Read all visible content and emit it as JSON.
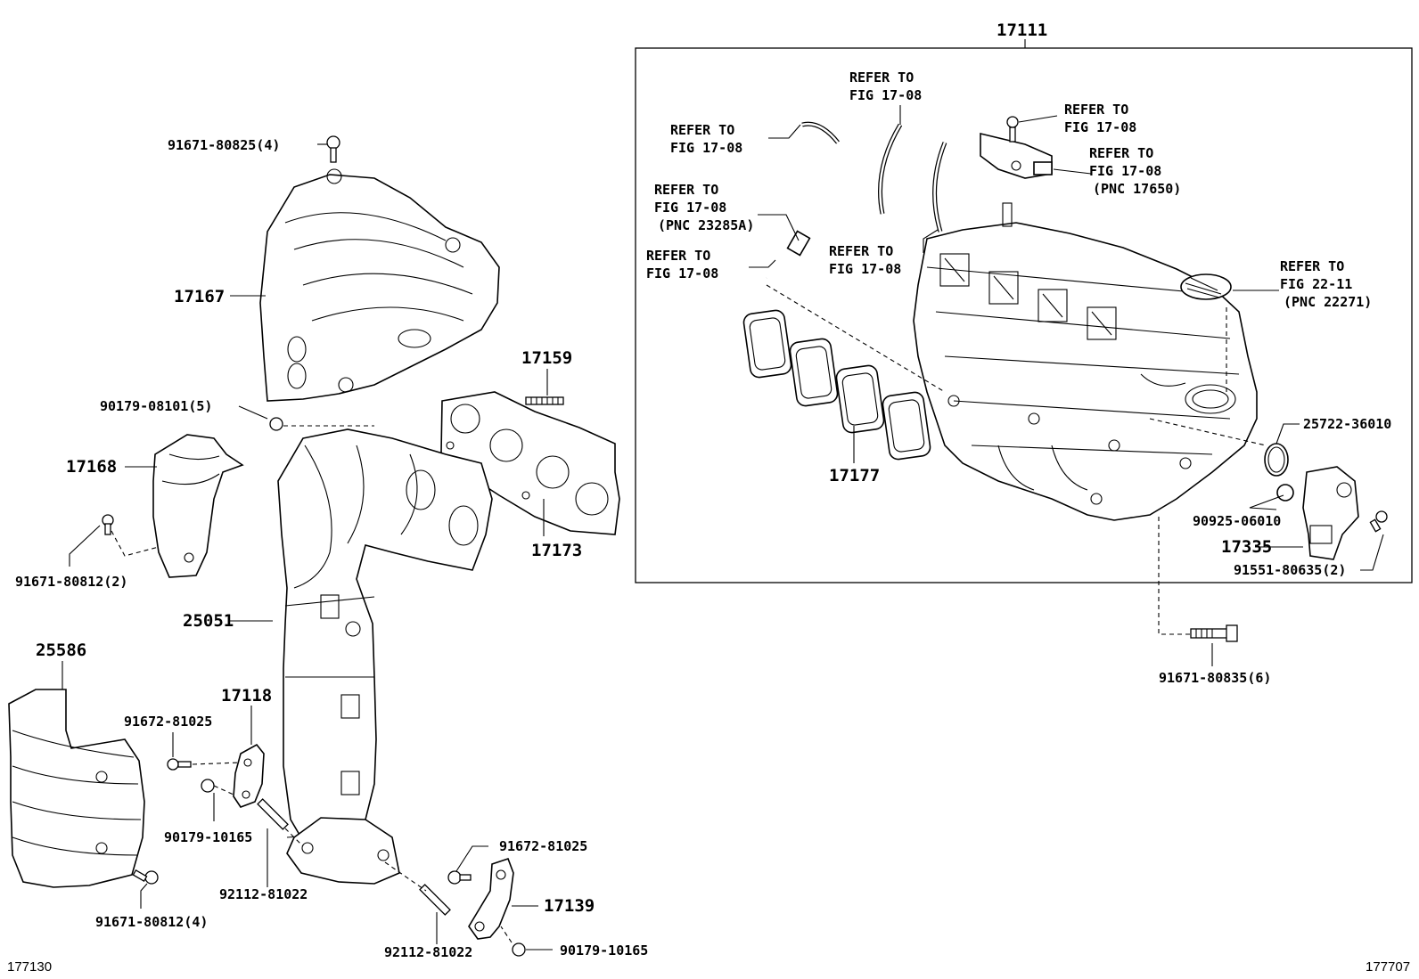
{
  "labels": {
    "p17111": "17111",
    "p17167": "17167",
    "p17159": "17159",
    "p17168": "17168",
    "p17173": "17173",
    "p17177": "17177",
    "p25051": "25051",
    "p25586": "25586",
    "p17118": "17118",
    "p17139": "17139",
    "p17335": "17335",
    "b91671_80825": "91671-80825(4)",
    "b90179_08101": "90179-08101(5)",
    "b91671_80812_2": "91671-80812(2)",
    "b91672_81025_a": "91672-81025",
    "b90179_10165_a": "90179-10165",
    "b92112_81022_a": "92112-81022",
    "b91671_80812_4": "91671-80812(4)",
    "b91672_81025_b": "91672-81025",
    "b92112_81022_b": "92112-81022",
    "b90179_10165_b": "90179-10165",
    "b25722_36010": "25722-36010",
    "b90925_06010": "90925-06010",
    "b91551_80635": "91551-80635(2)",
    "b91671_80835": "91671-80835(6)"
  },
  "refs": {
    "r1": [
      "REFER TO",
      "FIG 17-08"
    ],
    "r2": [
      "REFER TO",
      "FIG 17-08"
    ],
    "r3": [
      "REFER TO",
      "FIG 17-08"
    ],
    "r4": [
      "REFER TO",
      "FIG 17-08",
      "(PNC 17650)"
    ],
    "r5": [
      "REFER TO",
      "FIG 17-08",
      "(PNC 23285A)"
    ],
    "r6": [
      "REFER TO",
      "FIG 17-08"
    ],
    "r7": [
      "REFER TO",
      "FIG 17-08"
    ],
    "r8": [
      "REFER TO",
      "FIG 22-11",
      "(PNC 22271)"
    ]
  },
  "corners": {
    "left": "177130",
    "right": "177707"
  }
}
